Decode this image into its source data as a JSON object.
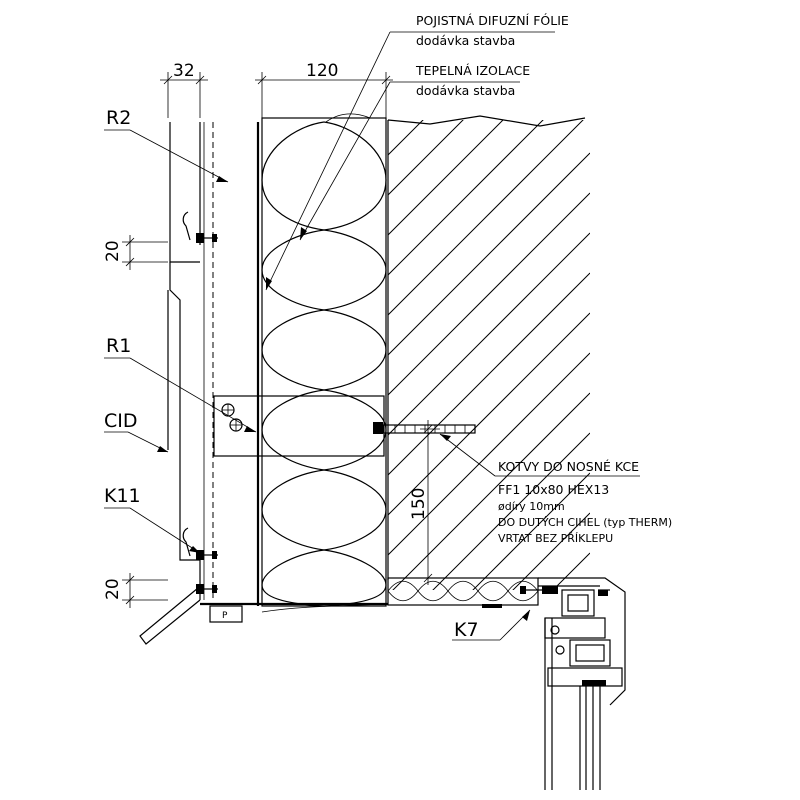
{
  "labels": {
    "foil_title": "POJISTNÁ DIFUZNÍ FÓLIE",
    "foil_sub": "dodávka stavba",
    "insul_title": "TEPELNÁ IZOLACE",
    "insul_sub": "dodávka stavba",
    "r2": "R2",
    "r1": "R1",
    "cid": "CID",
    "k11": "K11",
    "k7": "K7",
    "p": "P",
    "anchor_title": "KOTVY DO NOSNÉ KCE",
    "anchor_line1": "FF1  10x80  HEX13",
    "anchor_line2": "ødíry 10mm",
    "anchor_line3": "DO DUTÝCH CIHEL (typ THERM)",
    "anchor_line4": "VRTAT BEZ PŘÍKLEPU"
  },
  "dimensions": {
    "d32": "32",
    "d120": "120",
    "d20_top": "20",
    "d20_bottom": "20",
    "d150": "150"
  }
}
